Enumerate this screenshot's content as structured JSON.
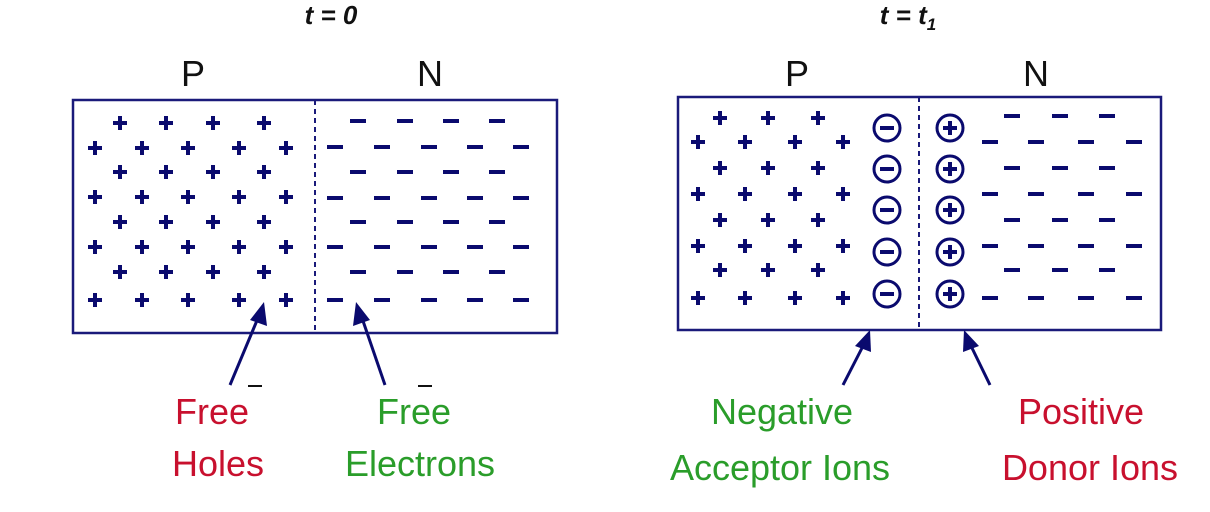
{
  "left_panel": {
    "time_label": "t = 0",
    "p_label": "P",
    "n_label": "N",
    "hole_label_line1": "Free",
    "hole_label_line2": "Holes",
    "electron_label_line1": "Free",
    "electron_label_line2": "Electrons"
  },
  "right_panel": {
    "time_label": "t = t",
    "time_subscript": "1",
    "p_label": "P",
    "n_label": "N",
    "acceptor_label_line1": "Negative",
    "acceptor_label_line2": "Acceptor Ions",
    "donor_label_line1": "Positive",
    "donor_label_line2": "Donor Ions"
  },
  "colors": {
    "carrier": "#0a0a6e",
    "hole_label": "#c8102e",
    "electron_label": "#2a9d2a"
  }
}
